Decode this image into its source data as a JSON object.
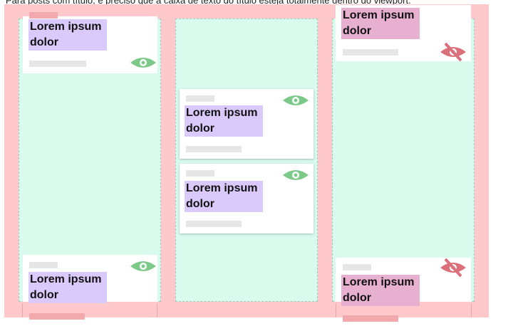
{
  "caption": "Para posts com título, é preciso que a caixa de texto do título esteja totalmente dentro do viewport.",
  "columns": [
    {
      "cards": [
        {
          "title": "Lorem ipsum dolor",
          "visible": true
        },
        {
          "title": "Lorem ipsum dolor",
          "visible": true
        }
      ]
    },
    {
      "cards": [
        {
          "title": "Lorem ipsum dolor",
          "visible": true
        },
        {
          "title": "Lorem ipsum dolor",
          "visible": true
        }
      ]
    },
    {
      "cards": [
        {
          "title": "Lorem ipsum dolor",
          "visible": false
        },
        {
          "title": "Lorem ipsum dolor",
          "visible": false
        }
      ]
    }
  ],
  "colors": {
    "frame": "#ffc9cc",
    "column": "#d8fbee",
    "title_highlight": "#dacafc",
    "eye_visible": "#7cc98a",
    "eye_hidden": "#d9707a"
  },
  "icons": {
    "visible": "eye-icon",
    "hidden": "eye-off-icon"
  }
}
